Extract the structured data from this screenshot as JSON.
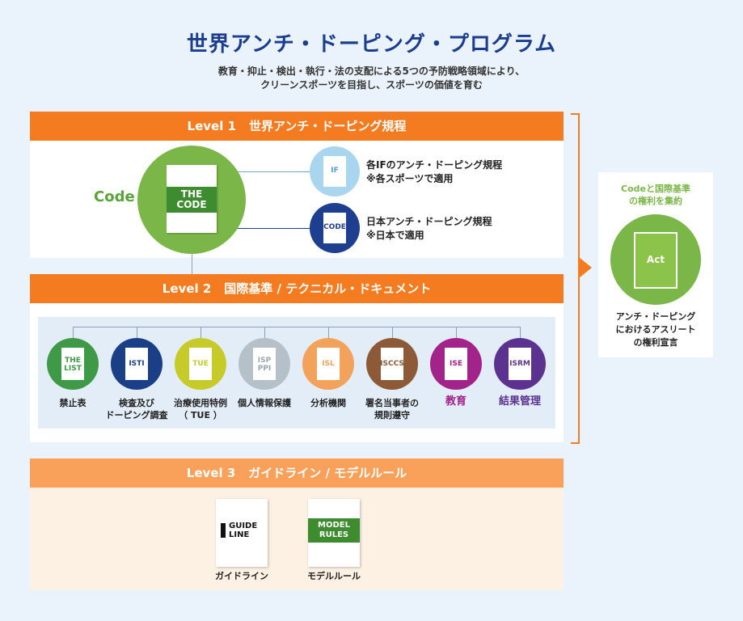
{
  "header": {
    "title": "世界アンチ・ドーピング・プログラム",
    "subtitle_lines": [
      "教育・抑止・検出・執行・法の支配による5つの予防戦略領域により、",
      "クリーンスポーツを目指し、スポーツの価値を育む"
    ]
  },
  "level1": {
    "level": "Level 1",
    "title": "世界アンチ・ドーピング規程",
    "code_label": "Code",
    "code_doc_lines": [
      "THE",
      "CODE"
    ],
    "if_item": {
      "badge": "IF",
      "line1": "各IFのアンチ・ドーピング規程",
      "line2": "※各スポーツで適用",
      "color": "#a9d6ee"
    },
    "jp_item": {
      "badge": "CODE",
      "line1": "日本アンチ・ドーピング規程",
      "line2": "※日本で適用",
      "color": "#1e3f8f"
    }
  },
  "level2": {
    "level": "Level 2",
    "title": "国際基準 / テクニカル・ドキュメント",
    "items": [
      {
        "badge": [
          "THE",
          "LIST"
        ],
        "label": [
          "禁止表"
        ],
        "color": "#3e9a47",
        "text_color": "#3e9a47"
      },
      {
        "badge": [
          "ISTI"
        ],
        "label": [
          "検査及び",
          "ドーピング調査"
        ],
        "color": "#1a3f86",
        "text_color": "#1a3f86"
      },
      {
        "badge": [
          "TUE"
        ],
        "label": [
          "治療使用特例",
          "（ TUE ）"
        ],
        "color": "#c6cb2a",
        "text_color": "#c6cb2a"
      },
      {
        "badge": [
          "ISP",
          "PPI"
        ],
        "label": [
          "個人情報保護"
        ],
        "color": "#b6c0c8",
        "text_color": "#9aa6b0"
      },
      {
        "badge": [
          "ISL"
        ],
        "label": [
          "分析機関"
        ],
        "color": "#f2a25a",
        "text_color": "#f2a25a"
      },
      {
        "badge": [
          "ISCCS"
        ],
        "label": [
          "署名当事者の",
          "規則遵守"
        ],
        "color": "#8c5a36",
        "text_color": "#8c5a36"
      },
      {
        "badge": [
          "ISE"
        ],
        "label": [
          "教育"
        ],
        "color": "#a2238a",
        "text_color": "#a2238a",
        "label_color": "#a2238a"
      },
      {
        "badge": [
          "ISRM"
        ],
        "label": [
          "結果管理"
        ],
        "color": "#5b3290",
        "text_color": "#5b3290",
        "label_color": "#5b3290"
      }
    ]
  },
  "level3": {
    "level": "Level 3",
    "title": "ガイドライン / モデルルール",
    "guide": {
      "doc_lines": [
        "GUIDE",
        "LINE"
      ],
      "label": "ガイドライン"
    },
    "model": {
      "doc_lines": [
        "MODEL",
        "RULES"
      ],
      "label": "モデルルール"
    }
  },
  "act": {
    "head_lines": [
      "Codeと国際基準",
      "の権利を集約"
    ],
    "badge": "Act",
    "foot_lines": [
      "アンチ・ドーピング",
      "におけるアスリート",
      "の権利宣言"
    ]
  }
}
